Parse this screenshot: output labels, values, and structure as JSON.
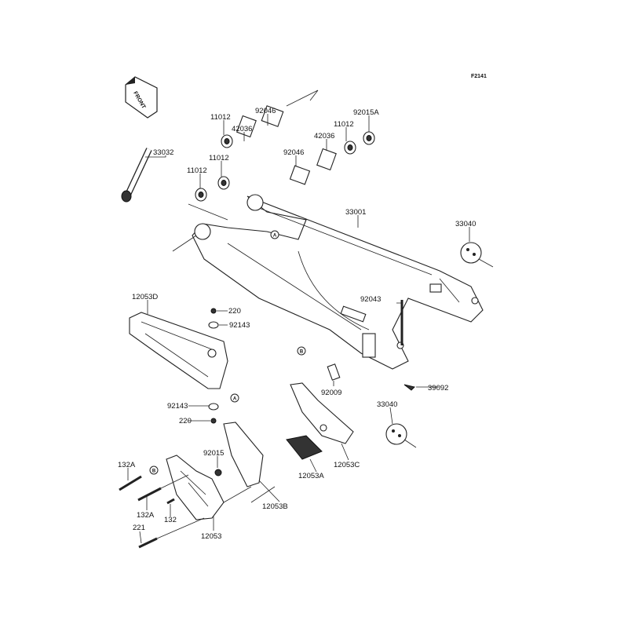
{
  "diagram_code": "F2141",
  "front_indicator": "FRONT",
  "reference_markers": [
    "A",
    "B"
  ],
  "parts": {
    "p92046_top": "92046",
    "p42036_top": "42036",
    "p11012_top": "11012",
    "p92015A": "92015A",
    "p11012_right": "11012",
    "p42036_right": "42036",
    "p92046_mid": "92046",
    "p33032": "33032",
    "p11012_mid": "11012",
    "p11012_left": "11012",
    "p33001": "33001",
    "p33040_top": "33040",
    "p12053D": "12053D",
    "p220_top": "220",
    "p92143_top": "92143",
    "p92043": "92043",
    "p92009": "92009",
    "p39092": "39092",
    "p33040_bottom": "33040",
    "p92143_bottom": "92143",
    "p220_bottom": "220",
    "p12053C": "12053C",
    "p12053A": "12053A",
    "p92015": "92015",
    "p132A_top": "132A",
    "p132A_bottom": "132A",
    "p132": "132",
    "p12053B": "12053B",
    "p221": "221",
    "p12053": "12053"
  }
}
